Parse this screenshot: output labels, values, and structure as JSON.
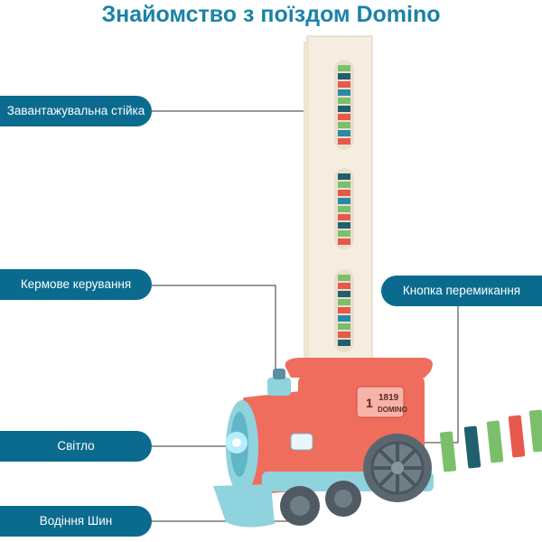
{
  "title": "Знайомство з поїздом Domino",
  "callouts": {
    "loading_rack": "Завантажувальна стійка",
    "steering": "Кермове керування",
    "light": "Світло",
    "tire_drive": "Водіння Шин",
    "toggle_button": "Кнопка перемикання"
  },
  "train": {
    "badge_number": "1",
    "badge_year": "1819",
    "badge_name": "DOMINO"
  },
  "colors": {
    "title": "#1a82a8",
    "callout_bg": "#0b6b8e",
    "train_body": "#ef6d5d",
    "train_trim": "#8fd3df",
    "rack": "#f5eee0",
    "wheel": "#5a6770",
    "tile_green": "#7cbf6a",
    "tile_red": "#e8584b",
    "tile_teal": "#1f5f6e"
  }
}
